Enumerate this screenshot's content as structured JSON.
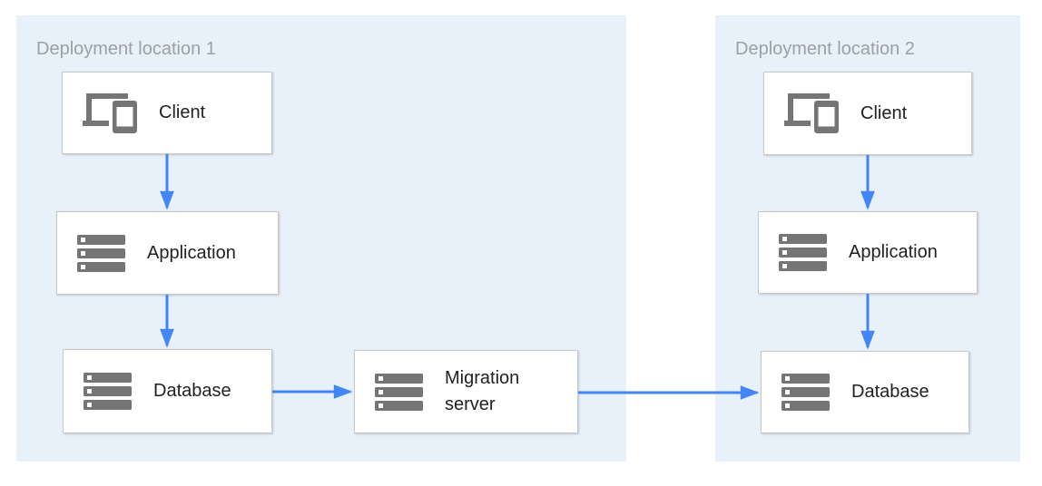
{
  "diagram": {
    "type": "architecture-migration-diagram",
    "regions": [
      {
        "id": "deployment-location-1",
        "label": "Deployment location 1"
      },
      {
        "id": "deployment-location-2",
        "label": "Deployment location 2"
      }
    ],
    "nodes": {
      "client1": {
        "label": "Client",
        "icon": "devices-icon",
        "region": "deployment-location-1"
      },
      "app1": {
        "label": "Application",
        "icon": "server-stack-icon",
        "region": "deployment-location-1"
      },
      "db1": {
        "label": "Database",
        "icon": "server-stack-icon",
        "region": "deployment-location-1"
      },
      "migration": {
        "label": "Migration server",
        "icon": "server-stack-icon",
        "region": "deployment-location-1"
      },
      "client2": {
        "label": "Client",
        "icon": "devices-icon",
        "region": "deployment-location-2"
      },
      "app2": {
        "label": "Application",
        "icon": "server-stack-icon",
        "region": "deployment-location-2"
      },
      "db2": {
        "label": "Database",
        "icon": "server-stack-icon",
        "region": "deployment-location-2"
      }
    },
    "edges": [
      {
        "from": "client1",
        "to": "app1"
      },
      {
        "from": "app1",
        "to": "db1"
      },
      {
        "from": "db1",
        "to": "migration"
      },
      {
        "from": "migration",
        "to": "db2"
      },
      {
        "from": "client2",
        "to": "app2"
      },
      {
        "from": "app2",
        "to": "db2"
      }
    ],
    "colors": {
      "region_fill": "#e8f0fa",
      "arrow": "#4285f4",
      "node_fill": "#ffffff",
      "node_border": "#c9c9c9",
      "icon_gray": "#757575",
      "region_title_text": "#9aa0a6",
      "node_label_text": "#212121"
    }
  }
}
